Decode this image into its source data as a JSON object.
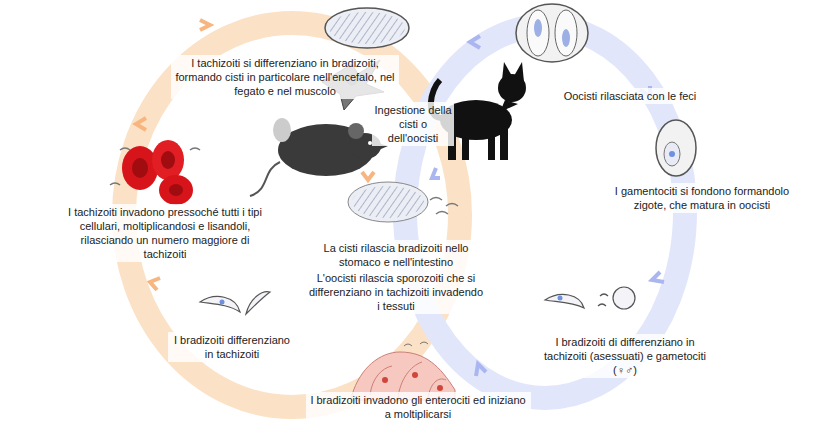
{
  "diagram": {
    "labels": [
      "I tachizoiti si differenziano in bradizoiti, formando cisti in particolare nell'encefalo, nel fegato e nel muscolo",
      "Oocisti rilasciata con le feci",
      "Ingestione della cisti o dell'oocisti",
      "I tachizoiti invadono pressoché tutti i tipi cellulari, moltiplicandosi e lisandoli, rilasciando un numero maggiore di tachizoiti",
      "I gamentociti si fondono formandolo zigote, che matura in oocisti",
      "La cisti rilascia bradizoiti nello stomaco e nell'intestino",
      "L'oocisti rilascia sporozoiti che si differenziano in tachizoiti invadendo i tessuti",
      "I bradizoiti differenziano in tachizoiti",
      "I bradizoiti di differenziano in tachizoiti (asessuati) e gametociti (♀♂)",
      "I bradizoiti invadono gli enterociti ed iniziano a moltiplicarsi"
    ]
  }
}
